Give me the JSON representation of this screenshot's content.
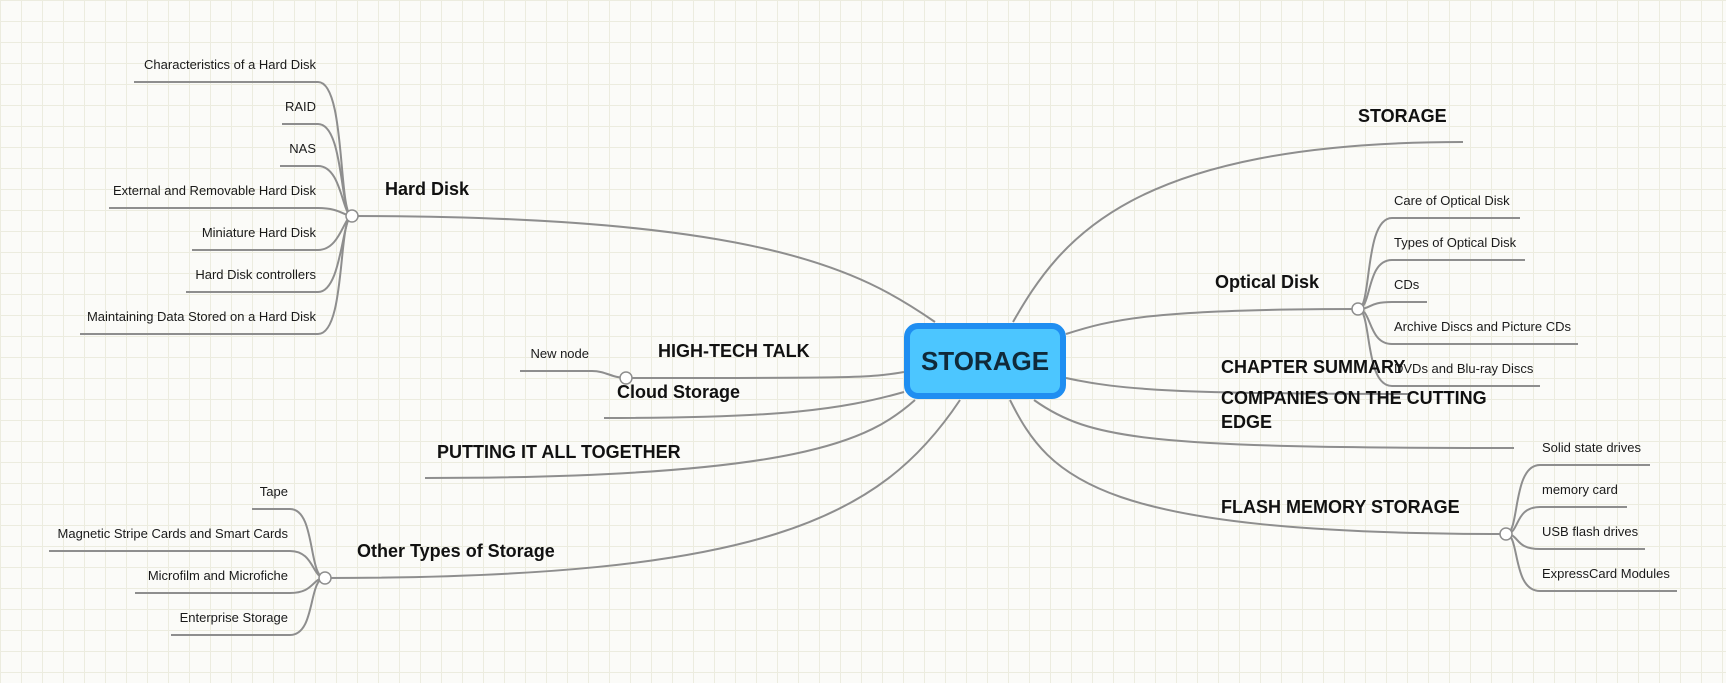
{
  "root": {
    "label": "STORAGE",
    "fill": "#4cc6ff",
    "border": "#1f8ef1"
  },
  "branches": {
    "hard_disk": {
      "label": "Hard Disk",
      "children": [
        "Characteristics of a Hard Disk",
        "RAID",
        "NAS",
        "External and Removable Hard Disk",
        "Miniature Hard Disk",
        "Hard Disk controllers",
        "Maintaining Data Stored on a Hard Disk"
      ]
    },
    "high_tech_talk": {
      "label": "HIGH-TECH TALK",
      "children": [
        "New node"
      ]
    },
    "cloud_storage": {
      "label": "Cloud Storage"
    },
    "putting_it_all_together": {
      "label": "PUTTING IT ALL TOGETHER"
    },
    "other_types": {
      "label": "Other Types of Storage",
      "children": [
        "Tape",
        "Magnetic Stripe Cards and Smart Cards",
        "Microfilm and Microfiche",
        "Enterprise Storage"
      ]
    },
    "storage_topic": {
      "label": "STORAGE"
    },
    "optical_disk": {
      "label": "Optical Disk",
      "children": [
        "Care of Optical Disk",
        "Types of Optical Disk",
        "CDs",
        "Archive Discs and Picture CDs",
        "DVDs and Blu-ray Discs"
      ]
    },
    "chapter_summary": {
      "label": "CHAPTER SUMMARY"
    },
    "companies": {
      "label": "COMPANIES ON THE CUTTING EDGE"
    },
    "flash_memory": {
      "label": "FLASH MEMORY STORAGE",
      "children": [
        "Solid state drives",
        "memory card",
        "USB flash drives",
        "ExpressCard Modules"
      ]
    }
  },
  "colors": {
    "connector": "#8e8e8e",
    "grid": "#ececdf",
    "background": "#fbfbf8"
  }
}
